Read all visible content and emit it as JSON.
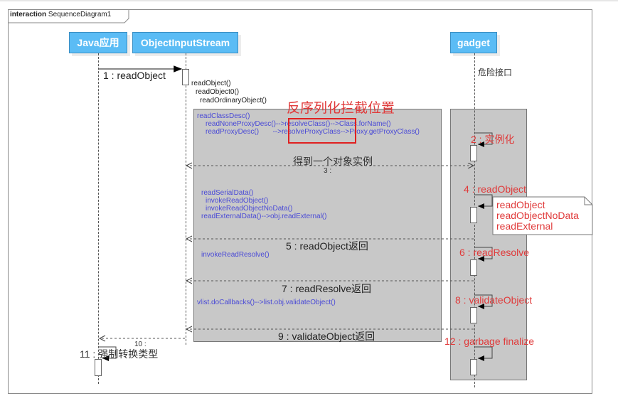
{
  "frame": {
    "keyword": "interaction",
    "name": "SequenceDiagram1"
  },
  "lifelines": [
    {
      "name": "Java应用"
    },
    {
      "name": "ObjectInputStream"
    },
    {
      "name": "gadget"
    }
  ],
  "gadget_note": "危险接口",
  "intercept_title": "反序列化拦截位置",
  "messages": {
    "m1": "1 : readObject",
    "m2": "2 : 实例化",
    "m3_label": "得到一个对象实例",
    "m3": "3 :",
    "m4": "4 : readObject",
    "m5": "5 : readObject返回",
    "m6": "6 : readResolve",
    "m7": "7 : readResolve返回",
    "m8": "8 : validateObject",
    "m9": "9 : validateObject返回",
    "m10": "10 :",
    "m11": "11 : 强制转换类型",
    "m12": "12 : garbage finalize"
  },
  "call_chain": [
    "readObject()",
    "readObject0()",
    "readOrdinaryObject()"
  ],
  "block1": [
    "readClassDesc()",
    "readNoneProxyDesc()-->resolveClass()-->Class.forName()",
    "readProxyDesc()       -->resolveProxyClass-->Proxy.getProxyClass()"
  ],
  "block2": [
    "readSerialData()",
    "invokeReadObject()",
    "invokeReadObjectNoData()",
    "readExternalData()-->obj.readExternal()"
  ],
  "block3": [
    "invokeReadResolve()"
  ],
  "block4": [
    "vlist.doCallbacks()-->list.obj.validateObject()"
  ],
  "note_lines": [
    "readObject",
    "readObjectNoData",
    "readExternal"
  ]
}
